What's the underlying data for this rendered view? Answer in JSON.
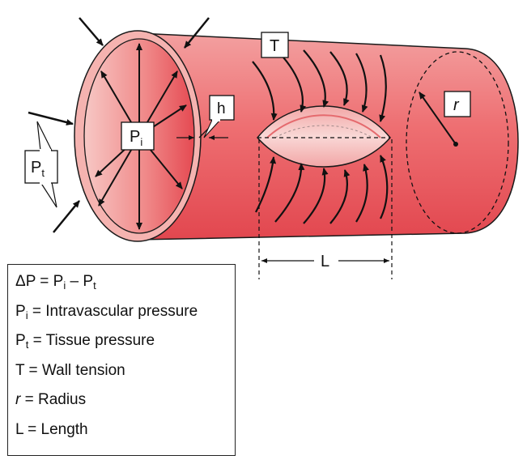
{
  "labels": {
    "tension": "T",
    "wall_thickness": "h",
    "radius": "r",
    "length": "L",
    "intravascular_pressure": {
      "base": "P",
      "sub": "i"
    },
    "tissue_pressure": {
      "base": "P",
      "sub": "t"
    }
  },
  "legend": {
    "delta_p": {
      "prefix": "ΔP = P",
      "sub1": "i",
      "mid": " – P",
      "sub2": "t"
    },
    "pi": {
      "base": "P",
      "sub": "i",
      "text": " = Intravascular pressure"
    },
    "pt": {
      "base": "P",
      "sub": "t",
      "text": " = Tissue pressure"
    },
    "t": {
      "text": "T = Wall tension"
    },
    "r": {
      "sym": "r",
      "text": " = Radius"
    },
    "l": {
      "text": "L = Length"
    }
  },
  "colors": {
    "vessel_fill": "#e8505a",
    "vessel_light": "#f7c4c2",
    "wall_ring": "#f5b3b0",
    "outline": "#1a1a1a"
  }
}
